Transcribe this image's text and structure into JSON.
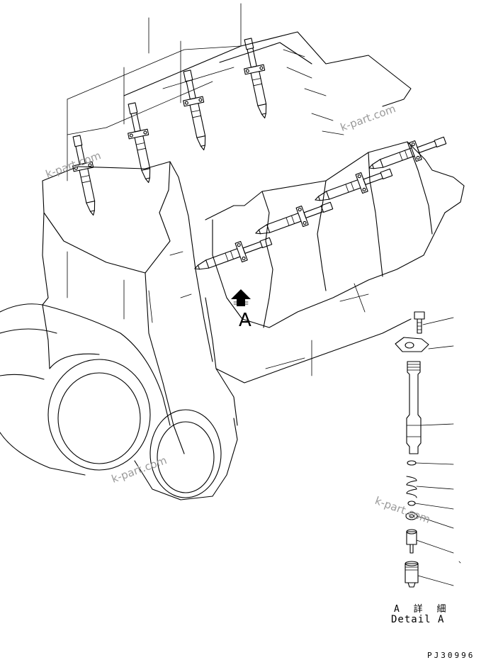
{
  "watermark": "k-part.com",
  "callout_label": "A",
  "detail_label_jp": "A 詳 細",
  "detail_label_en": "Detail A",
  "part_code": "PJ30996",
  "icons": [
    "arrow-up-icon"
  ]
}
